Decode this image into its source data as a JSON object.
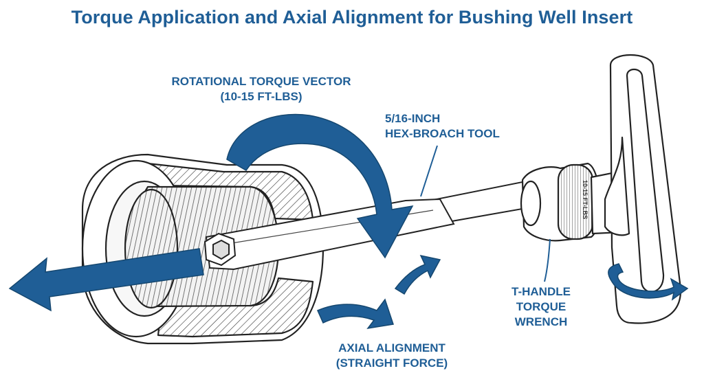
{
  "title": "Torque Application and Axial Alignment for Bushing Well Insert",
  "labels": {
    "torque_vector": [
      "ROTATIONAL TORQUE VECTOR",
      "(10-15 FT-LBS)"
    ],
    "hex_tool": [
      "5/16-INCH",
      "HEX-BROACH TOOL"
    ],
    "t_handle": [
      "T-HANDLE",
      "TORQUE",
      "WRENCH"
    ],
    "axial": [
      "AXIAL ALIGNMENT",
      "(STRAIGHT FORCE)"
    ]
  },
  "collar_marking": "10-15 FT-LBS",
  "colors": {
    "accent": "#1f5e96",
    "arrow_fill": "#1f5e96",
    "line": "#222222",
    "body": "#ffffff"
  }
}
